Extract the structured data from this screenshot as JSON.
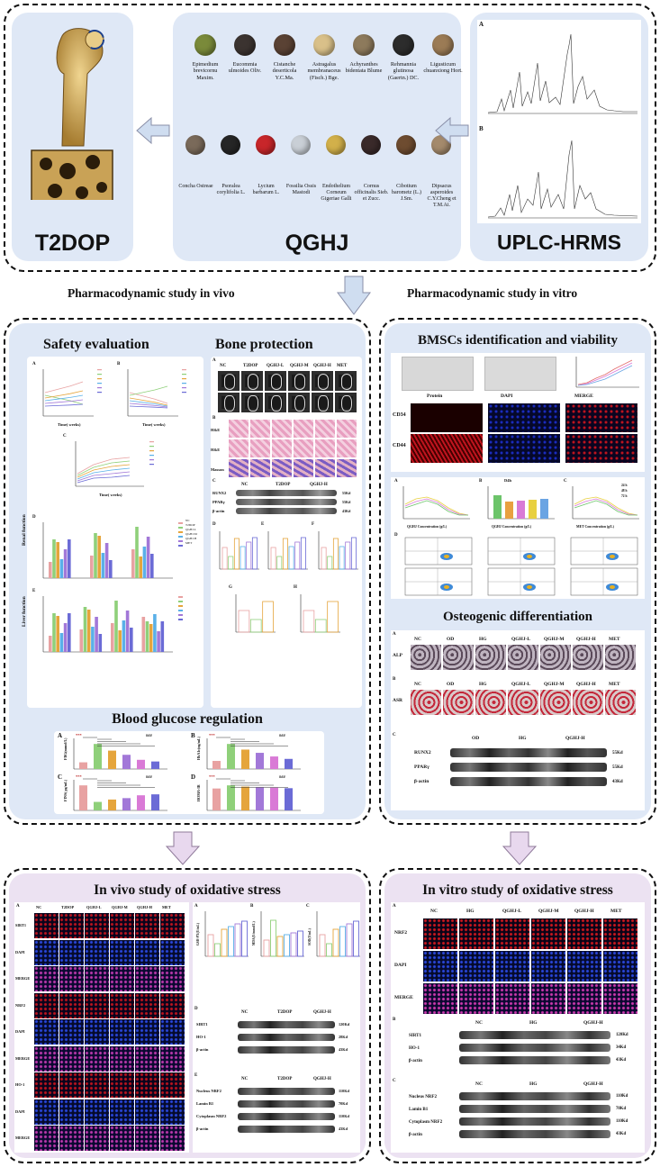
{
  "top": {
    "t2dop_label": "T2DOP",
    "qghj_label": "QGHJ",
    "uplc_label": "UPLC-HRMS",
    "herbs_row1": [
      {
        "name": "Epimedium brevicornu Maxim.",
        "color": "#7a8a3a"
      },
      {
        "name": "Eucommia ulmoides Oliv.",
        "color": "#3b3330"
      },
      {
        "name": "Cistanche deserticola Y.C.Ma.",
        "color": "#5a4234"
      },
      {
        "name": "Astragalus membranaceus (Fisch.) Bge.",
        "color": "#d9c089"
      },
      {
        "name": "Achyranthes bidentata Blume",
        "color": "#8d7a5c"
      },
      {
        "name": "Rehmannia glutinosa (Gaertn.) DC.",
        "color": "#2c2c2c"
      },
      {
        "name": "Ligusticum chuanxiong Hort.",
        "color": "#9b7b55"
      }
    ],
    "herbs_row2": [
      {
        "name": "Concha Ostreae",
        "color": "#7a6a5a"
      },
      {
        "name": "Psoralea corylifolia L.",
        "color": "#262626"
      },
      {
        "name": "Lycium barbarum L.",
        "color": "#c8262a"
      },
      {
        "name": "Fossilia Ossis Mastodi",
        "color": "#c9cfd6"
      },
      {
        "name": "Endothelium Corneum Gigeriae Galli",
        "color": "#d2b04a"
      },
      {
        "name": "Cornus officinalis Sieb. et Zucc.",
        "color": "#3a2a2a"
      },
      {
        "name": "Cibotium barometz (L.) J.Sm.",
        "color": "#6e4c30"
      },
      {
        "name": "Dipsacus asperoides C.Y.Cheng et T.M.Ai.",
        "color": "#a48a6c"
      }
    ],
    "chromatogram_labels": [
      "A",
      "B"
    ]
  },
  "mid_arrow": {
    "left_text": "Pharmacodynamic study in vivo",
    "right_text": "Pharmacodynamic study in vitro"
  },
  "in_vivo": {
    "safety_title": "Safety evaluation",
    "bone_title": "Bone protection",
    "glucose_title": "Blood glucose regulation",
    "safety_panels": [
      "A",
      "B",
      "C",
      "D",
      "E"
    ],
    "safety_axis": [
      "Time( weeks)",
      "Time( weeks)",
      "Time( weeks)"
    ],
    "renal_label": "Renal function",
    "liver_label": "Liver function",
    "legend_groups": [
      "NC",
      "T2DOP",
      "QGHJ-L",
      "QGHJ-M",
      "QGHJ-H",
      "MET"
    ],
    "bone_groups": [
      "NC",
      "T2DOP",
      "QGHJ-L",
      "QGHJ-M",
      "QGHJ-H",
      "MET"
    ],
    "stain_labels": [
      "H&E",
      "H&E",
      "Masson"
    ],
    "blot_groups": [
      "NC",
      "T2DOP",
      "QGHJ-H"
    ],
    "blot_rows": [
      {
        "name": "RUNX2",
        "kd": "55Kd"
      },
      {
        "name": "PPARγ",
        "kd": "55Kd"
      },
      {
        "name": "β-actin",
        "kd": "43Kd"
      }
    ],
    "bone_panel_letters": [
      "A",
      "B",
      "C",
      "D",
      "E",
      "F",
      "G",
      "H"
    ],
    "glucose_panels": [
      {
        "letter": "A",
        "ylabel": "FBG(mmol/L)"
      },
      {
        "letter": "B",
        "ylabel": "HbA1c(ng/mL)"
      },
      {
        "letter": "C",
        "ylabel": "FINS( pg/mL)"
      },
      {
        "letter": "D",
        "ylabel": "HOMA-IR"
      }
    ],
    "glucose_values": {
      "A": [
        8,
        30,
        22,
        17,
        11,
        9
      ],
      "B": [
        20,
        62,
        48,
        40,
        31,
        25
      ],
      "C": [
        5300,
        1800,
        2300,
        2600,
        3200,
        3400
      ],
      "D": [
        7,
        8,
        7.6,
        7.4,
        7.3,
        7.1
      ]
    },
    "glucose_yticks_c": [
      "8000",
      "6000",
      "4000",
      "2000",
      "0"
    ],
    "sig_marks": [
      "***",
      "###"
    ]
  },
  "in_vitro": {
    "bmsc_title": "BMSCs identification and viability",
    "osteo_title": "Osteogenic differentiation",
    "if_headers": [
      "Protein",
      "DAPI",
      "MERGE"
    ],
    "if_rows": [
      "CD34",
      "CD44"
    ],
    "viability_xlabels": [
      "QGHJ Concentration (g/L)",
      "QGHJ Concentration (g/L)",
      "MET Concentration (g/L)"
    ],
    "viability_title_b": "D4h",
    "viability_legend": [
      "24 h",
      "48 h",
      "72 h"
    ],
    "osteo_groups": [
      "NC",
      "OD",
      "HG",
      "QGHJ-L",
      "QGHJ-M",
      "QGHJ-H",
      "MET"
    ],
    "osteo_rows": [
      "ALP",
      "ASR"
    ],
    "blot_groups": [
      "OD",
      "HG",
      "QGHJ-H"
    ],
    "blot_rows": [
      {
        "name": "RUNX2",
        "kd": "55Kd"
      },
      {
        "name": "PPARγ",
        "kd": "55Kd"
      },
      {
        "name": "β-actin",
        "kd": "43Kd"
      }
    ]
  },
  "ox_vivo": {
    "title": "In vivo study of oxidative stress",
    "groups": [
      "NC",
      "T2DOP",
      "QGHJ-L",
      "QGHJ-M",
      "QGHJ-H",
      "MET"
    ],
    "rows": [
      "SIRT1",
      "DAPI",
      "MERGE",
      "NRF2",
      "DAPI",
      "MERGE",
      "HO-1",
      "DAPI",
      "MERGE"
    ],
    "bar_ylabels": [
      "GSH-PX(U/mL)",
      "MDA(U/mmol/L)",
      "SOD(U/mL)"
    ],
    "blot_groups": [
      "NC",
      "T2DOP",
      "QGHJ-H"
    ],
    "blot_d": [
      {
        "name": "SIRT1",
        "kd": "120Kd"
      },
      {
        "name": "HO-1",
        "kd": "28Kd"
      },
      {
        "name": "β-actin",
        "kd": "43Kd"
      }
    ],
    "blot_e": [
      {
        "name": "Nucleus NRF2",
        "kd": "110Kd"
      },
      {
        "name": "Lamin B1",
        "kd": "70Kd"
      },
      {
        "name": "Cytoplasm NRF2",
        "kd": "110Kd"
      },
      {
        "name": "β-actin",
        "kd": "43Kd"
      }
    ]
  },
  "ox_vitro": {
    "title": "In  vitro study of oxidative stress",
    "groups": [
      "NC",
      "HG",
      "QGHJ-L",
      "QGHJ-M",
      "QGHJ-H",
      "MET"
    ],
    "rows": [
      "NRF2",
      "DAPI",
      "MERGE"
    ],
    "blot_groups": [
      "NC",
      "HG",
      "QGHJ-H"
    ],
    "blot_b": [
      {
        "name": "SIRT1",
        "kd": "120Kd"
      },
      {
        "name": "HO-1",
        "kd": "34Kd"
      },
      {
        "name": "β-actin",
        "kd": "43Kd"
      }
    ],
    "blot_c": [
      {
        "name": "Nucleus NRF2",
        "kd": "110Kd"
      },
      {
        "name": "Lamin B1",
        "kd": "70Kd"
      },
      {
        "name": "Cytoplasm NRF2",
        "kd": "110Kd"
      },
      {
        "name": "β-actin",
        "kd": "43Kd"
      }
    ]
  },
  "colors": {
    "blue_panel": "#dfe8f6",
    "purple_panel": "#ece2f2",
    "arrow_blue": "#cfddf0",
    "arrow_purple": "#e8d8ee",
    "legend_palette": [
      "#e8a2a2",
      "#8fd07a",
      "#e5a53c",
      "#5ab0e8",
      "#a278d8",
      "#6b6bd6"
    ]
  }
}
